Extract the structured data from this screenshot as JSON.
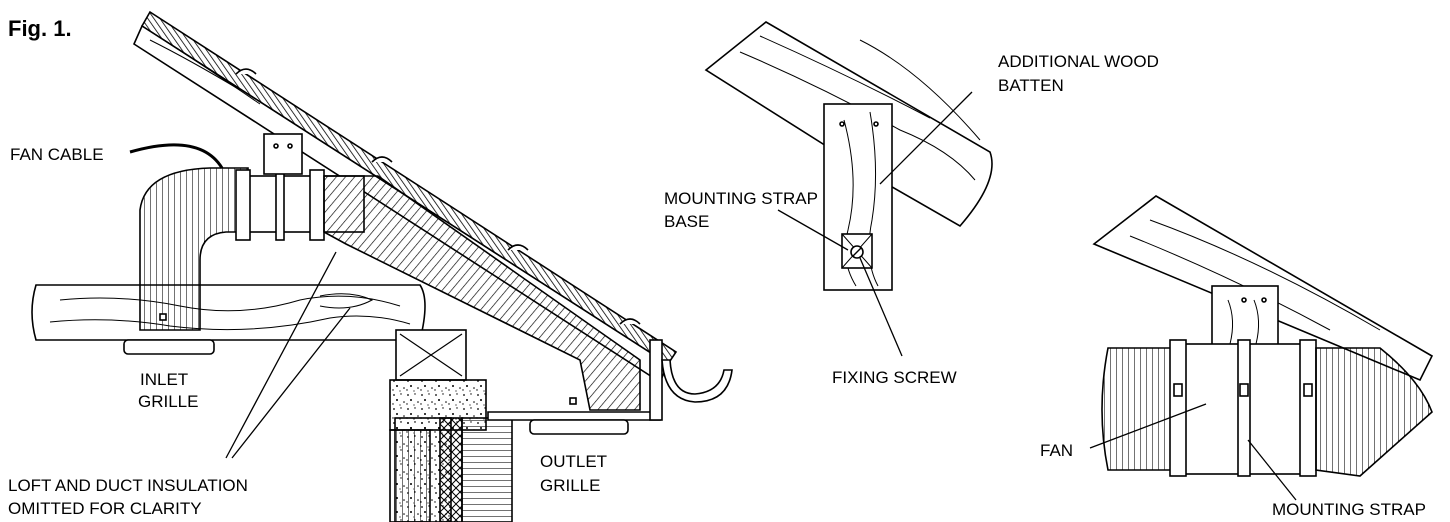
{
  "figure": {
    "title": "Fig. 1."
  },
  "labels": {
    "fan_cable": "FAN CABLE",
    "inlet_grille": [
      "INLET",
      "GRILLE"
    ],
    "loft_insulation": [
      "LOFT AND DUCT INSULATION",
      "OMITTED FOR CLARITY"
    ],
    "outlet_grille": [
      "OUTLET",
      "GRILLE"
    ],
    "mounting_strap_base": [
      "MOUNTING STRAP",
      "BASE"
    ],
    "fixing_screw": "FIXING SCREW",
    "additional_wood_batten": [
      "ADDITIONAL WOOD",
      "BATTEN"
    ],
    "fan": "FAN",
    "mounting_strap": "MOUNTING STRAP"
  }
}
